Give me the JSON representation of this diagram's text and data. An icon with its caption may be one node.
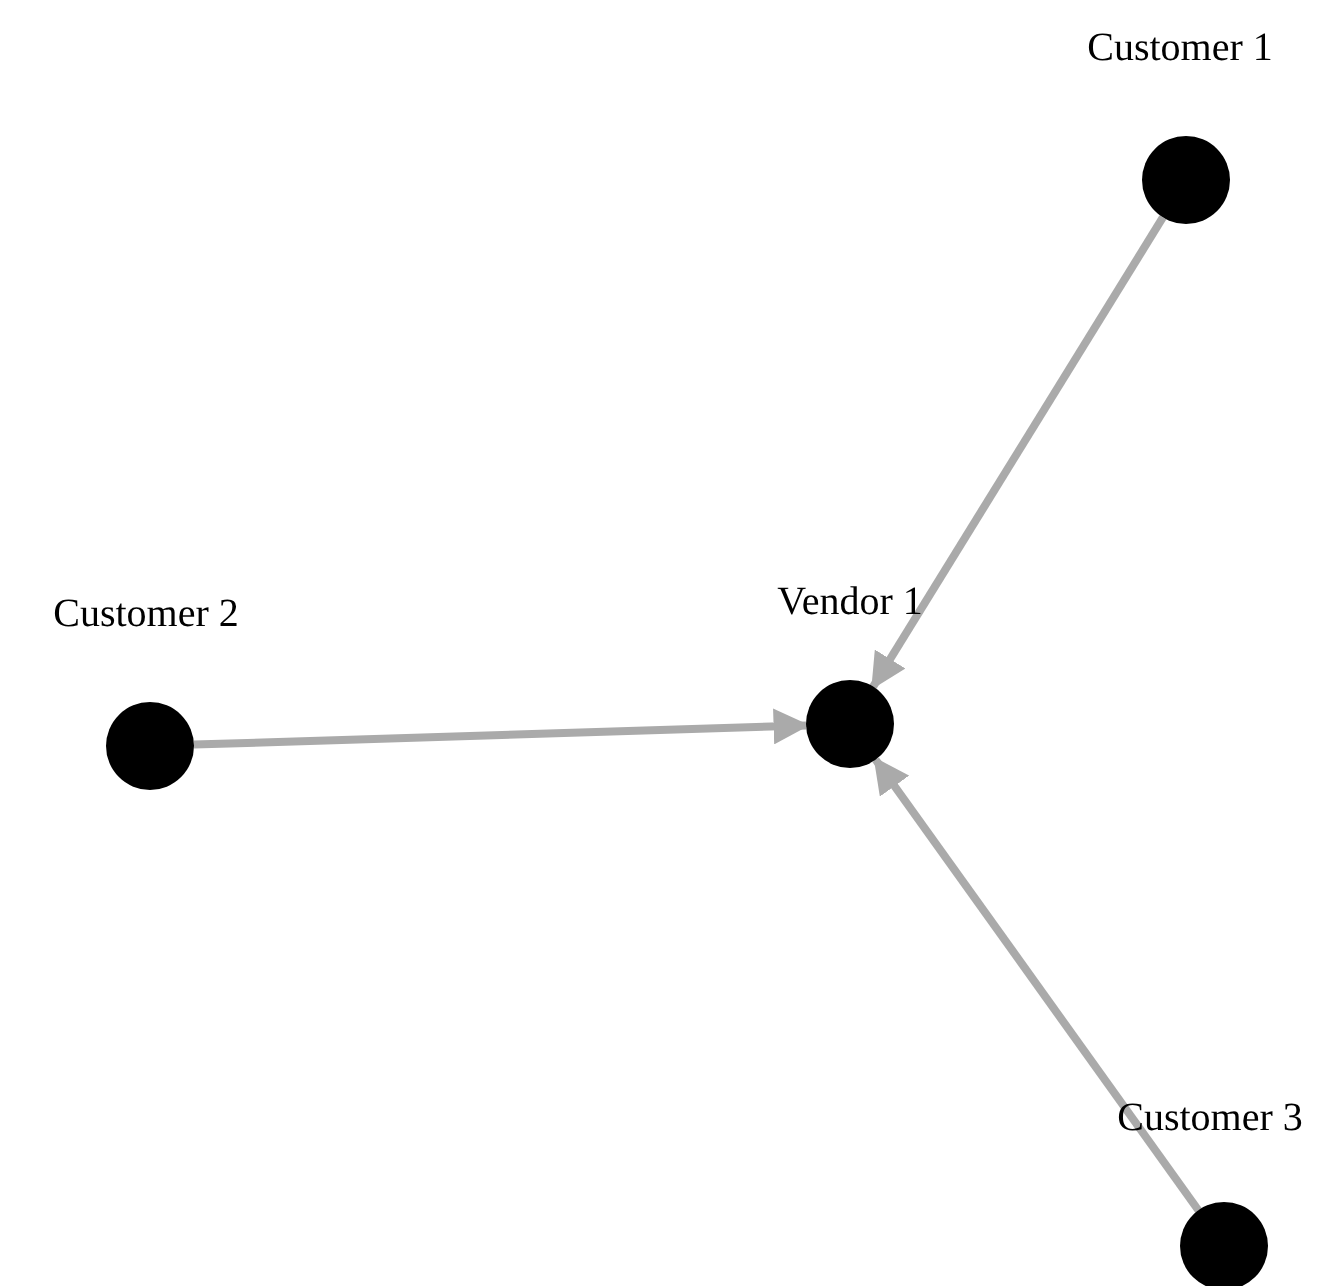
{
  "diagram": {
    "nodes": [
      {
        "text": [
          "Customer 1"
        ]
      },
      {
        "text": [
          "Customer 2"
        ]
      },
      {
        "text": [
          "Vendor 1"
        ]
      },
      {
        "text": [
          "Customer 3"
        ]
      }
    ],
    "edges": [
      {
        "from": 0,
        "to": 2,
        "arrow": "to"
      },
      {
        "from": 1,
        "to": 2,
        "arrow": "to"
      },
      {
        "from": 3,
        "to": 2,
        "arrow": "to"
      }
    ]
  }
}
